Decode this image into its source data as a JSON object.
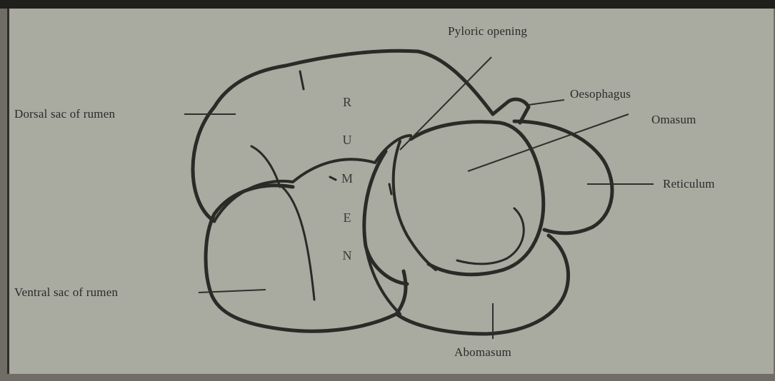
{
  "labels": {
    "pyloric_opening": "Pyloric opening",
    "oesophagus": "Oesophagus",
    "omasum": "Omasum",
    "dorsal_sac": "Dorsal sac of rumen",
    "reticulum": "Reticulum",
    "ventral_sac": "Ventral sac of rumen",
    "abomasum": "Abomasum"
  },
  "rumen_letters": [
    "R",
    "U",
    "M",
    "E",
    "N"
  ]
}
